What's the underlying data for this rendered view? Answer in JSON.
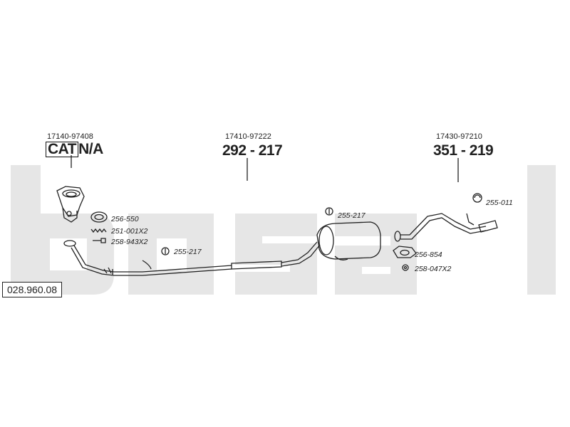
{
  "reference_number": "028.960.08",
  "brand_watermark": "bosal",
  "colors": {
    "watermark": "#e6e6e6",
    "line": "#222222",
    "background": "#ffffff"
  },
  "sections": [
    {
      "oe_number": "17140-97408",
      "cat_label": "CAT",
      "part_label": "N/A"
    },
    {
      "oe_number": "17410-97222",
      "part_label": "292 - 217"
    },
    {
      "oe_number": "17430-97210",
      "part_label": "351 - 219"
    }
  ],
  "parts": {
    "gasket_ring": "256-550",
    "spring": "251-001X2",
    "bolt": "258-943X2",
    "hanger_front": "255-217",
    "hanger_mid": "255-217",
    "hanger_rear": "255-011",
    "gasket_flange": "256-854",
    "nut": "258-047X2"
  }
}
